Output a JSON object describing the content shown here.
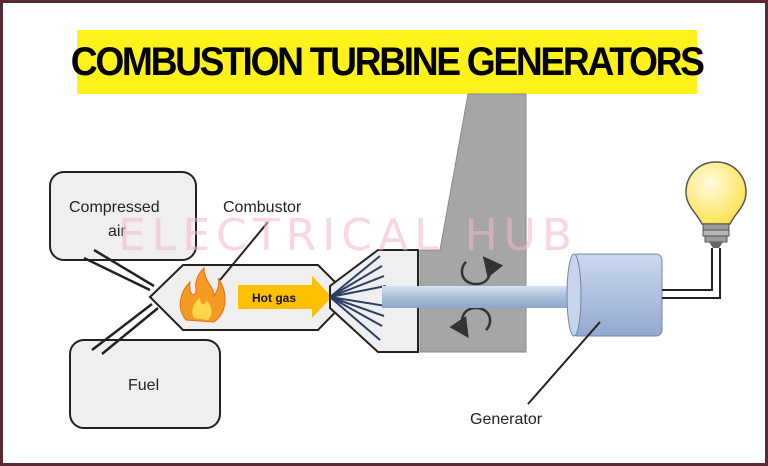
{
  "title": "COMBUSTION TURBINE GENERATORS",
  "watermark": "ELECTRICAL HUB",
  "labels": {
    "compressed_air_line1": "Compressed",
    "compressed_air_line2": "air",
    "fuel": "Fuel",
    "combustor": "Combustor",
    "hot_gas": "Hot gas",
    "generator": "Generator"
  },
  "colors": {
    "title_background": "#fff21a",
    "frame_border": "#5a2a32",
    "box_fill": "#efefef",
    "turbine_gray": "#a6a6a6",
    "shaft_blue": "#a9bdd9",
    "generator_blue": "#b4c6e7",
    "hot_gas_arrow": "#ffc000",
    "flame_orange": "#f59a23",
    "bulb_yellow": "#ffe96b",
    "watermark_pink": "#f3b9c4"
  },
  "icons": [
    "flame-icon",
    "rotation-arrows-icon",
    "light-bulb-icon"
  ]
}
